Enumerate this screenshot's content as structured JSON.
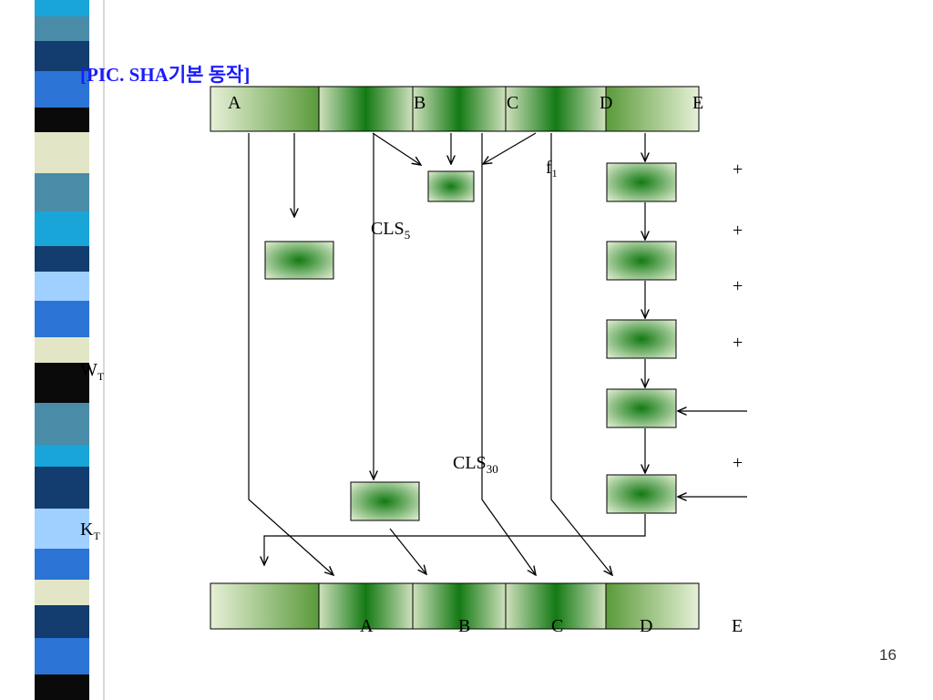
{
  "slide": {
    "title": "[PIC. SHA기본 동작]",
    "page_number": "16"
  },
  "diagram": {
    "top_register": [
      "A",
      "B",
      "C",
      "D",
      "E"
    ],
    "bottom_register": [
      "A",
      "B",
      "C",
      "D",
      "E"
    ],
    "f_label": {
      "base": "f",
      "sub": "1"
    },
    "cls5_label": {
      "base": "CLS",
      "sub": "5"
    },
    "cls30_label": {
      "base": "CLS",
      "sub": "30"
    },
    "w_label": {
      "base": "W",
      "sub": "T"
    },
    "k_label": {
      "base": "K",
      "sub": "T"
    },
    "plus_signs": [
      "+",
      "+",
      "+",
      "+",
      "+"
    ]
  },
  "colors": {
    "box_dark": "#137a13",
    "box_light": "#e6f0d7",
    "stripe_black": "#0a0a0a",
    "stripe_navy": "#123d6e",
    "stripe_blue": "#2b74d6",
    "stripe_cyan": "#1aa5d8",
    "stripe_teal": "#4a8ca8",
    "stripe_cream": "#e3e6c6",
    "stripe_sky": "#9fd0ff"
  }
}
